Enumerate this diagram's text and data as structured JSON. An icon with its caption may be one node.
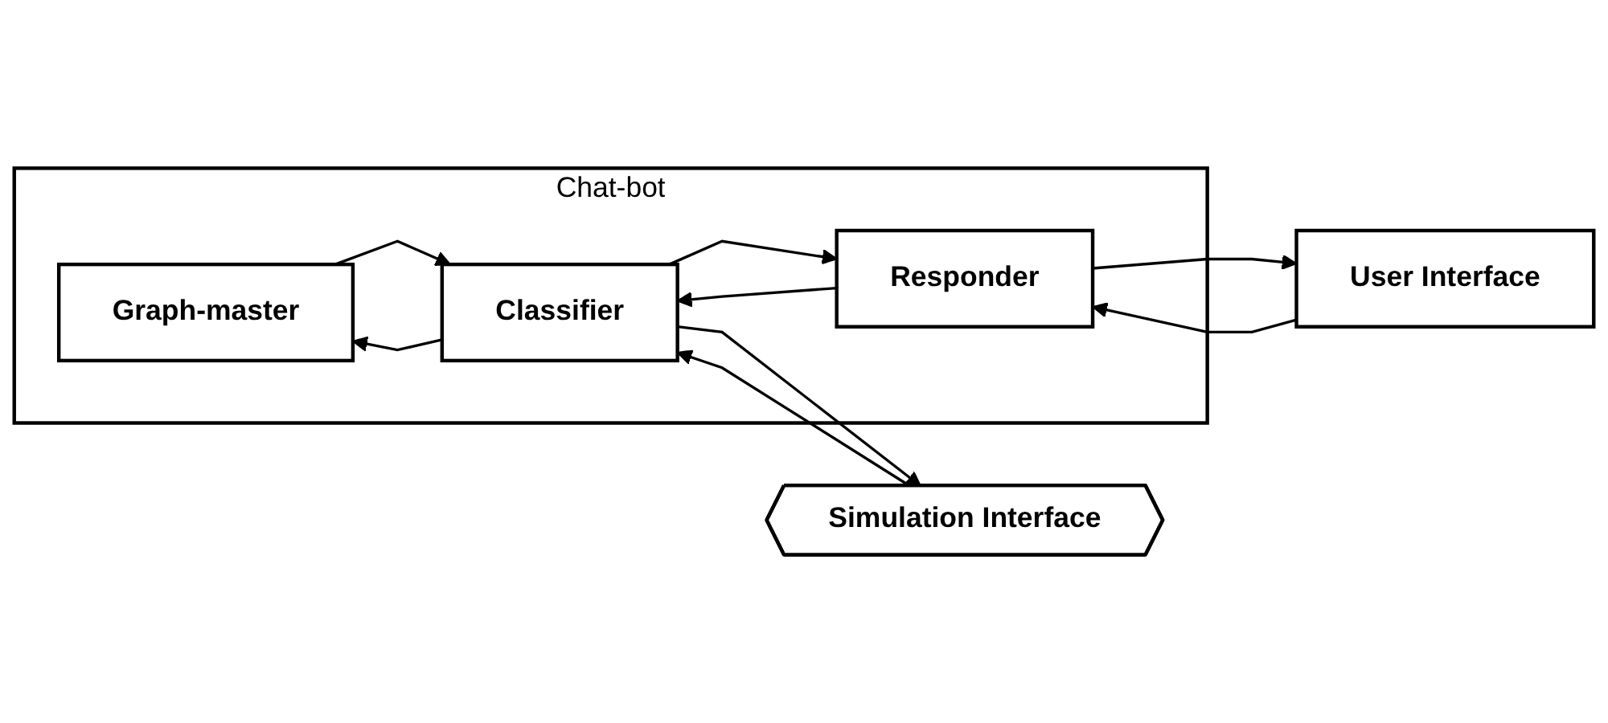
{
  "diagram": {
    "nodes": [
      {
        "text": [
          "Chat-bot"
        ]
      },
      {
        "text": [
          "Graph-master"
        ],
        "in": 0
      },
      {
        "text": [
          "Classifier"
        ],
        "in": 0
      },
      {
        "text": [
          "Responder"
        ],
        "in": 0
      },
      {
        "text": [
          "User Interface"
        ]
      },
      {
        "text": [
          "Simulation Interface"
        ]
      }
    ],
    "edges": [
      {
        "from": 1,
        "to": 2,
        "arrow": "to"
      },
      {
        "from": 2,
        "to": 1,
        "arrow": "to"
      },
      {
        "from": 2,
        "to": 3,
        "arrow": "to"
      },
      {
        "from": 3,
        "to": 2,
        "arrow": "to"
      },
      {
        "from": 3,
        "to": 4,
        "arrow": "to"
      },
      {
        "from": 4,
        "to": 3,
        "arrow": "to"
      },
      {
        "from": 5,
        "to": 2,
        "arrow": "to"
      },
      {
        "from": 2,
        "to": 5,
        "arrow": "to"
      }
    ]
  }
}
